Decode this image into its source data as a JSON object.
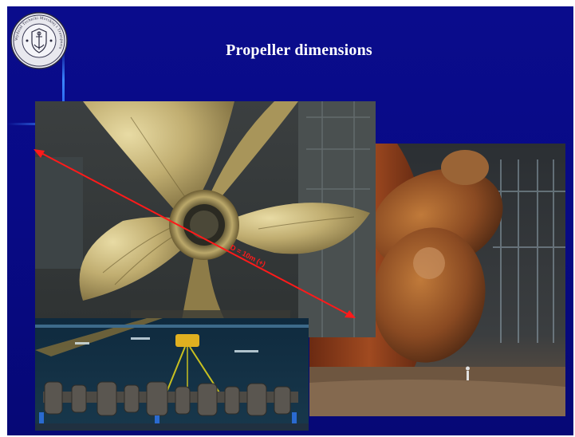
{
  "slide": {
    "title": "Propeller dimensions",
    "background_color": "#0a0c8c",
    "accent_color": "#3a86ff"
  },
  "logo": {
    "icon": "institute-seal-icon",
    "ring_text": "Wydział Techniki Morskiej i Transportu"
  },
  "photos": [
    {
      "name": "propeller-large-photo",
      "description_icon": "ship-propeller-icon"
    },
    {
      "name": "propeller-ship-hull-photo",
      "description_icon": "ship-hull-icon"
    },
    {
      "name": "crankshaft-lifting-photo",
      "description_icon": "crankshaft-icon"
    }
  ],
  "annotation": {
    "label": "D = 10m (+)",
    "color": "#ff1a1a"
  }
}
